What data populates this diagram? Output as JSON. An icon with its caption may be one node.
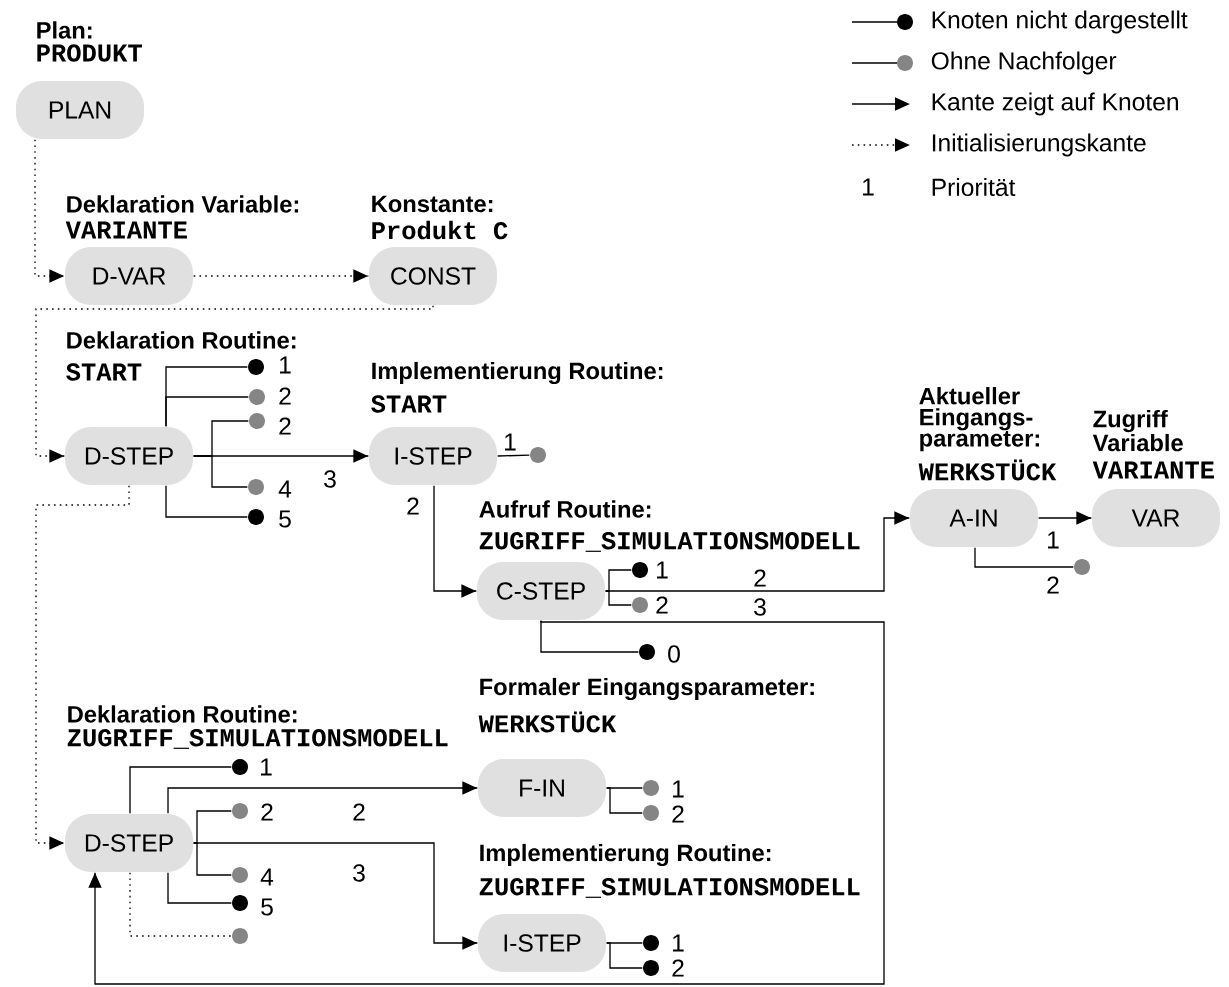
{
  "diagram": {
    "nodes": [
      {
        "text": [
          "Plan:",
          "PRODUKT",
          "PLAN"
        ]
      },
      {
        "text": [
          "Deklaration Variable:",
          "VARIANTE",
          "D-VAR"
        ]
      },
      {
        "text": [
          "Konstante:",
          "Produkt C",
          "CONST"
        ]
      },
      {
        "text": [
          "Deklaration Routine:",
          "START",
          "D-STEP"
        ]
      },
      {
        "text": [],
        "shape": "circle"
      },
      {
        "text": [],
        "shape": "circle"
      },
      {
        "text": [],
        "shape": "circle"
      },
      {
        "text": [],
        "shape": "circle"
      },
      {
        "text": [],
        "shape": "circle"
      },
      {
        "text": [
          "Implementierung Routine:",
          "START",
          "I-STEP"
        ]
      },
      {
        "text": [],
        "shape": "circle"
      },
      {
        "text": [
          "Aufruf Routine:",
          "ZUGRIFF_SIMULATIONSMODELL",
          "C-STEP"
        ]
      },
      {
        "text": [],
        "shape": "circle"
      },
      {
        "text": [],
        "shape": "circle"
      },
      {
        "text": [],
        "shape": "circle"
      },
      {
        "text": [
          "Aktueller Eingangs-parameter:",
          "WERKSTÜCK",
          "A-IN"
        ]
      },
      {
        "text": [
          "Zugriff Variable",
          "VARIANTE",
          "VAR"
        ]
      },
      {
        "text": [],
        "shape": "circle"
      },
      {
        "text": [
          "Deklaration Routine:",
          "ZUGRIFF_SIMULATIONSMODELL",
          "D-STEP"
        ]
      },
      {
        "text": [],
        "shape": "circle"
      },
      {
        "text": [
          "Formaler Eingangsparameter:",
          "WERKSTÜCK",
          "F-IN"
        ]
      },
      {
        "text": [],
        "shape": "circle"
      },
      {
        "text": [],
        "shape": "circle"
      },
      {
        "text": [],
        "shape": "circle"
      },
      {
        "text": [],
        "shape": "circle"
      },
      {
        "text": [],
        "shape": "circle"
      },
      {
        "text": [],
        "shape": "circle"
      },
      {
        "text": [
          "Implementierung Routine:",
          "ZUGRIFF_SIMULATIONSMODELL",
          "I-STEP"
        ]
      },
      {
        "text": [],
        "shape": "circle"
      },
      {
        "text": [],
        "shape": "circle"
      }
    ],
    "edges": [
      {
        "from": 0,
        "to": 1,
        "arrow": "to",
        "style": "dashed"
      },
      {
        "from": 1,
        "to": 2,
        "arrow": "to",
        "style": "dashed"
      },
      {
        "from": 2,
        "to": 3,
        "arrow": "to",
        "style": "dashed"
      },
      {
        "from": 3,
        "to": 18,
        "arrow": "to",
        "style": "dashed"
      },
      {
        "from": 3,
        "to": 4,
        "arrow": "none",
        "label": "1"
      },
      {
        "from": 3,
        "to": 5,
        "arrow": "none",
        "label": "2"
      },
      {
        "from": 3,
        "to": 6,
        "arrow": "none",
        "label": "2"
      },
      {
        "from": 3,
        "to": 7,
        "arrow": "none",
        "label": "4"
      },
      {
        "from": 3,
        "to": 8,
        "arrow": "none",
        "label": "5"
      },
      {
        "from": 3,
        "to": 9,
        "arrow": "to",
        "label": "3"
      },
      {
        "from": 9,
        "to": 10,
        "arrow": "none",
        "label": "1"
      },
      {
        "from": 9,
        "to": 11,
        "arrow": "to",
        "label": "2"
      },
      {
        "from": 11,
        "to": 12,
        "arrow": "none",
        "label": "1"
      },
      {
        "from": 11,
        "to": 13,
        "arrow": "none",
        "label": "2"
      },
      {
        "from": 11,
        "to": 15,
        "arrow": "to",
        "label": "2"
      },
      {
        "from": 11,
        "to": 18,
        "arrow": "to",
        "label": "3"
      },
      {
        "from": 11,
        "to": 14,
        "arrow": "none",
        "label": "0"
      },
      {
        "from": 15,
        "to": 16,
        "arrow": "to",
        "label": "1"
      },
      {
        "from": 15,
        "to": 17,
        "arrow": "none",
        "label": "2"
      },
      {
        "from": 18,
        "to": 19,
        "arrow": "none",
        "label": "1"
      },
      {
        "from": 18,
        "to": 20,
        "arrow": "to",
        "label": "2"
      },
      {
        "from": 18,
        "to": 23,
        "arrow": "none",
        "label": "2"
      },
      {
        "from": 18,
        "to": 24,
        "arrow": "none",
        "label": "4"
      },
      {
        "from": 18,
        "to": 25,
        "arrow": "none",
        "label": "5"
      },
      {
        "from": 18,
        "to": 26,
        "arrow": "none",
        "style": "dashed"
      },
      {
        "from": 18,
        "to": 27,
        "arrow": "to",
        "label": "3"
      },
      {
        "from": 20,
        "to": 21,
        "arrow": "none",
        "label": "1"
      },
      {
        "from": 20,
        "to": 22,
        "arrow": "none",
        "label": "2"
      },
      {
        "from": 27,
        "to": 28,
        "arrow": "none",
        "label": "1"
      },
      {
        "from": 27,
        "to": 29,
        "arrow": "none",
        "label": "2"
      }
    ],
    "labels": [
      "1"
    ],
    "legend": [
      {
        "text": "Knoten nicht dargestellt"
      },
      {
        "text": "Ohne Nachfolger"
      },
      {
        "text": "Kante zeigt auf Knoten"
      },
      {
        "text": "Initialisierungskante"
      },
      {
        "text": "Priorität"
      }
    ]
  }
}
